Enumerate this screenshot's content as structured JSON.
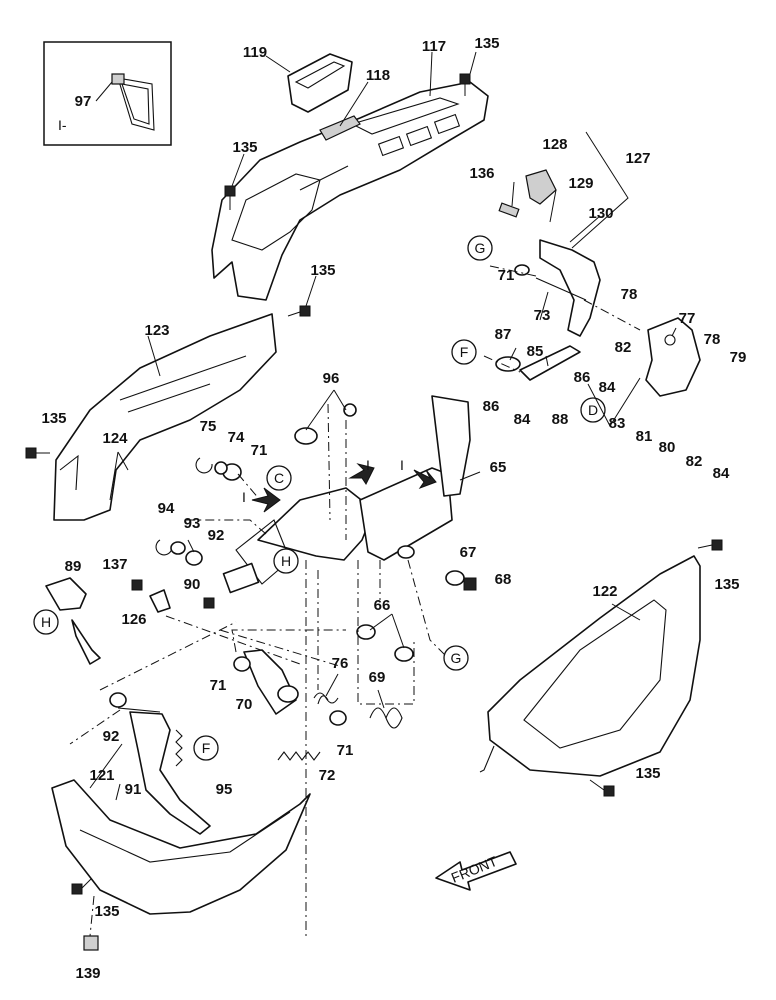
{
  "callouts": {
    "p119": "119",
    "p117": "117",
    "p135_top": "135",
    "p118": "118",
    "p97": "97",
    "p135_a": "135",
    "p135_b": "135",
    "p128": "128",
    "p127": "127",
    "p136": "136",
    "p129": "129",
    "p130": "130",
    "p71_a": "71",
    "p73": "73",
    "p78_a": "78",
    "p77": "77",
    "p78_b": "78",
    "p123": "123",
    "p87": "87",
    "p85": "85",
    "p82_a": "82",
    "p86_a": "86",
    "p84_a": "84",
    "p79": "79",
    "p96": "96",
    "p86_b": "86",
    "p84_b": "84",
    "p88": "88",
    "p83": "83",
    "p81": "81",
    "p80": "80",
    "p82_b": "82",
    "p84_c": "84",
    "p135_c": "135",
    "p124": "124",
    "p75": "75",
    "p74": "74",
    "p71_b": "71",
    "p65": "65",
    "p94": "94",
    "p93": "93",
    "p92_a": "92",
    "p67": "67",
    "p68": "68",
    "p137": "137",
    "p89": "89",
    "p90": "90",
    "p126": "126",
    "p66": "66",
    "p135_d": "135",
    "p122": "122",
    "p76": "76",
    "p71_c": "71",
    "p70": "70",
    "p69": "69",
    "p92_b": "92",
    "p71_d": "71",
    "p72": "72",
    "p95": "95",
    "p121": "121",
    "p91": "91",
    "p135_e": "135",
    "p135_f": "135",
    "p139": "139"
  },
  "circled_refs": {
    "g_top": "G",
    "f_left": "F",
    "d_right": "D",
    "c_mid": "C",
    "h_mid": "H",
    "h_left": "H",
    "g_bottom": "G",
    "f_bottom": "F"
  },
  "view_marks": {
    "inset": "I-",
    "arrow_left": "I",
    "arrow_mid": "I",
    "arrow_right": "I"
  },
  "front_arrow": "FRONT"
}
